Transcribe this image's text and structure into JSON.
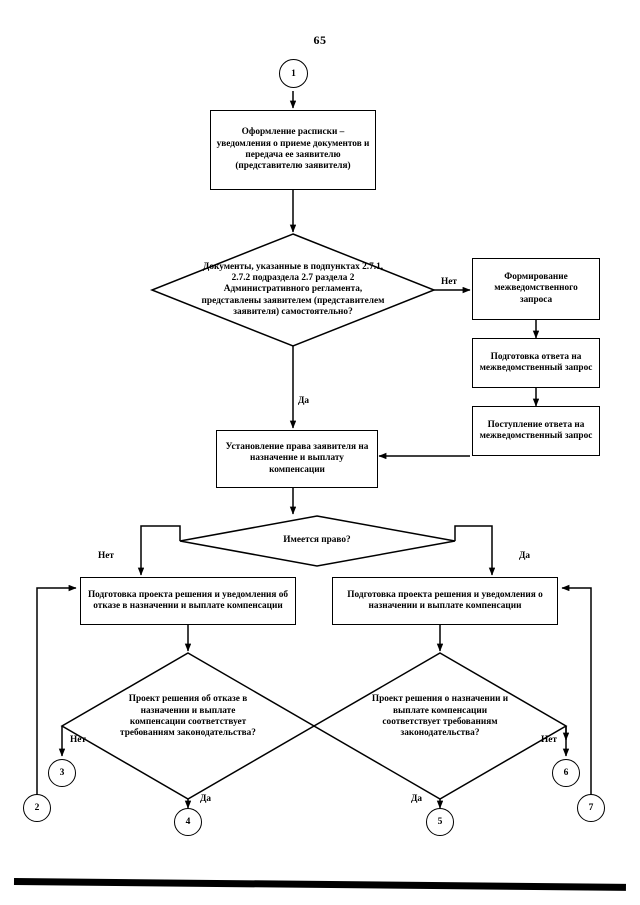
{
  "document": {
    "page_number": "65",
    "type": "flowchart",
    "language": "ru"
  },
  "nodes": {
    "start_connector": {
      "label": "1"
    },
    "receipt_box": {
      "text": "Оформление расписки – уведомления о приеме документов и передача ее заявителю (представителю заявителя)"
    },
    "docs_decision": {
      "text": "Документы, указанные в подпунктах 2.7.1, 2.7.2 подраздела 2.7 раздела 2 Административного регламента, представлены заявителем  (представителем заявителя) самостоятельно?"
    },
    "form_request_box": {
      "text": "Формирование межведомственного запроса"
    },
    "prepare_answer_box": {
      "text": "Подготовка ответа на межведомственный запрос"
    },
    "receive_answer_box": {
      "text": "Поступление ответа на межведомственный запрос"
    },
    "establish_right_box": {
      "text": "Установление права заявителя на назначение и выплату компенсации"
    },
    "has_right_decision": {
      "text": "Имеется право?"
    },
    "refusal_draft_box": {
      "text": "Подготовка проекта решения и уведомления об отказе в назначении и выплате компенсации"
    },
    "award_draft_box": {
      "text": "Подготовка проекта решения и уведомления о назначении и выплате компенсации"
    },
    "refusal_compliance_decision": {
      "text": "Проект решения об отказе в назначении и выплате компенсации соответствует требованиям законодательства?"
    },
    "award_compliance_decision": {
      "text": "Проект решения о назначении и выплате компенсации соответствует требованиям законодательства?"
    },
    "connector_2": {
      "label": "2"
    },
    "connector_3": {
      "label": "3"
    },
    "connector_4": {
      "label": "4"
    },
    "connector_5": {
      "label": "5"
    },
    "connector_6": {
      "label": "6"
    },
    "connector_7": {
      "label": "7"
    }
  },
  "edge_labels": {
    "docs_no": "Нет",
    "docs_yes": "Да",
    "right_no": "Нет",
    "right_yes": "Да",
    "refusal_no": "Нет",
    "refusal_yes": "Да",
    "award_yes": "Да",
    "award_no": "Нет"
  },
  "colors": {
    "stroke": "#000000",
    "fill": "#ffffff",
    "page_background": "#ffffff"
  }
}
